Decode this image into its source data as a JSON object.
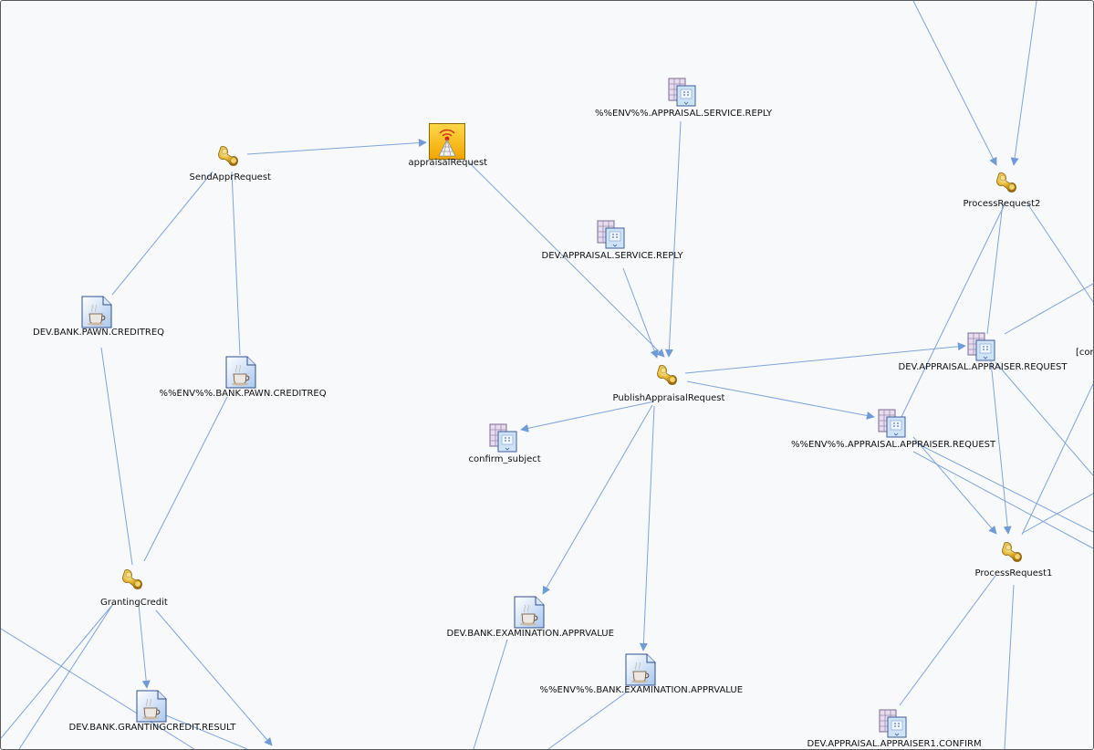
{
  "nodes": {
    "send_appr_request": {
      "label": "SendApprRequest",
      "icon": "process-icon"
    },
    "appraisal_request": {
      "label": "appraisalRequest",
      "icon": "broadcast-icon"
    },
    "env_appraisal_service_reply": {
      "label": "%%ENV%%.APPRAISAL.SERVICE.REPLY",
      "icon": "queue-icon"
    },
    "dev_appraisal_service_reply": {
      "label": "DEV.APPRAISAL.SERVICE.REPLY",
      "icon": "queue-icon"
    },
    "process_request2": {
      "label": "ProcessRequest2",
      "icon": "process-icon"
    },
    "dev_bank_pawn_creditreq": {
      "label": "DEV.BANK.PAWN.CREDITREQ",
      "icon": "java-document-icon"
    },
    "env_bank_pawn_creditreq": {
      "label": "%%ENV%%.BANK.PAWN.CREDITREQ",
      "icon": "java-document-icon"
    },
    "dev_appraisal_appraiser_request": {
      "label": "DEV.APPRAISAL.APPRAISER.REQUEST",
      "icon": "queue-icon"
    },
    "publish_appraisal_request": {
      "label": "PublishAppraisalRequest",
      "icon": "process-icon"
    },
    "confirm_subject": {
      "label": "confirm_subject",
      "icon": "queue-icon"
    },
    "env_appraisal_appraiser_request": {
      "label": "%%ENV%%.APPRAISAL.APPRAISER.REQUEST",
      "icon": "queue-icon"
    },
    "process_request1": {
      "label": "ProcessRequest1",
      "icon": "process-icon"
    },
    "granting_credit": {
      "label": "GrantingCredit",
      "icon": "process-icon"
    },
    "dev_bank_examination_apprvalue": {
      "label": "DEV.BANK.EXAMINATION.APPRVALUE",
      "icon": "java-document-icon"
    },
    "env_bank_examination_apprvalue": {
      "label": "%%ENV%%.BANK.EXAMINATION.APPRVALUE",
      "icon": "java-document-icon"
    },
    "dev_bank_grantingcredit_result": {
      "label": "DEV.BANK.GRANTINGCREDIT.RESULT",
      "icon": "java-document-icon"
    },
    "dev_appraisal_appraiser1_confirm": {
      "label": "DEV.APPRAISAL.APPRAISER1.CONFIRM",
      "icon": "queue-icon"
    },
    "partial_con": {
      "label": "[con",
      "icon": ""
    }
  },
  "edges": [
    {
      "from": "send_appr_request",
      "to": "appraisal_request",
      "arrow": true
    },
    {
      "from": "appraisal_request",
      "to": "publish_appraisal_request",
      "arrow": true
    },
    {
      "from": "env_appraisal_service_reply",
      "to": "publish_appraisal_request",
      "arrow": true
    },
    {
      "from": "dev_appraisal_service_reply",
      "to": "publish_appraisal_request",
      "arrow": true
    },
    {
      "from": "publish_appraisal_request",
      "to": "confirm_subject",
      "arrow": true
    },
    {
      "from": "publish_appraisal_request",
      "to": "dev_appraisal_appraiser_request",
      "arrow": true
    },
    {
      "from": "publish_appraisal_request",
      "to": "env_appraisal_appraiser_request",
      "arrow": true
    },
    {
      "from": "publish_appraisal_request",
      "to": "dev_bank_examination_apprvalue",
      "arrow": true
    },
    {
      "from": "publish_appraisal_request",
      "to": "env_bank_examination_apprvalue",
      "arrow": true
    },
    {
      "from": "dev_bank_pawn_creditreq",
      "to": "send_appr_request",
      "arrow": false
    },
    {
      "from": "env_bank_pawn_creditreq",
      "to": "send_appr_request",
      "arrow": false
    },
    {
      "from": "dev_bank_pawn_creditreq",
      "to": "granting_credit",
      "arrow": false
    },
    {
      "from": "env_bank_pawn_creditreq",
      "to": "granting_credit",
      "arrow": false
    },
    {
      "from": "granting_credit",
      "to": "dev_bank_grantingcredit_result",
      "arrow": true
    },
    {
      "from": "process_request2",
      "to": "dev_appraisal_appraiser_request",
      "arrow": false
    },
    {
      "from": "process_request2",
      "to": "env_appraisal_appraiser_request",
      "arrow": false
    },
    {
      "from": "dev_appraisal_appraiser_request",
      "to": "process_request1",
      "arrow": true
    },
    {
      "from": "env_appraisal_appraiser_request",
      "to": "process_request1",
      "arrow": true
    },
    {
      "from": "dev_appraisal_appraiser1_confirm",
      "to": "process_request1",
      "arrow": false
    }
  ]
}
